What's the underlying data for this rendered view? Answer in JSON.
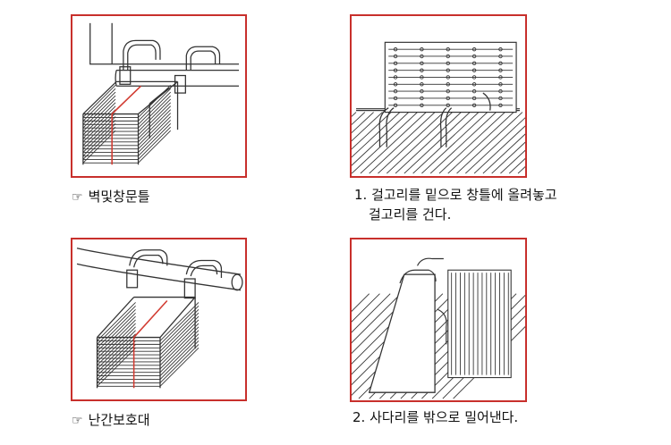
{
  "panels": [
    {
      "id": "window-frame",
      "caption": "벽및창문틀",
      "pointer": "☞"
    },
    {
      "id": "step-1",
      "caption_line1": "1. 걸고리를 밑으로 창틀에 올려놓고",
      "caption_line2": "걸고리를 건다."
    },
    {
      "id": "railing",
      "caption": "난간보호대",
      "pointer": "☞"
    },
    {
      "id": "step-2",
      "caption": "2.  사다리를 밖으로 밀어낸다."
    }
  ]
}
